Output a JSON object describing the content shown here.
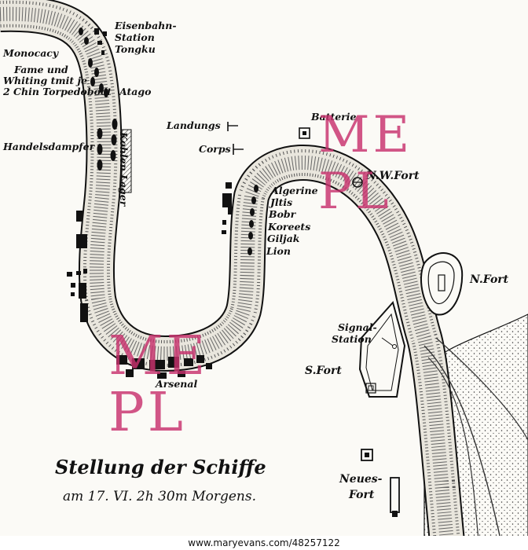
{
  "labels": {
    "eisenbahn": "Eisenbahn-",
    "station": "Station",
    "tongku": "Tongku",
    "monocacy": "Monocacy",
    "fame_und": "Fame und",
    "whiting": "Whiting tmit je",
    "torpedo": "2 Chin Torpedoboot",
    "atago": "Atago",
    "kohlen_lager": "Kohlen Lager",
    "handelsdampfer": "Handelsdampfer",
    "landungs": "Landungs",
    "corps": "Corps",
    "batterie": "Batterie",
    "nw_fort": "N.W.Fort",
    "algerine": "Algerine",
    "iltis": "Jltis",
    "bobr": "Bobr",
    "koreets": "Koreets",
    "giljak": "Giljak",
    "lion": "Lion",
    "n_fort": "N.Fort",
    "signal": "Signal-",
    "station2": "Station",
    "s_fort": "S.Fort",
    "arsenal": "Arsenal",
    "neues": "Neues-",
    "fort": "Fort"
  },
  "title": {
    "line1": "Stellung der Schiffe",
    "line2": "am 17. VI. 2h 30m Morgens."
  },
  "watermark": {
    "top": "ME",
    "bottom": "PL",
    "color": "#c8326e"
  },
  "footer": "www.maryevans.com/48257122"
}
